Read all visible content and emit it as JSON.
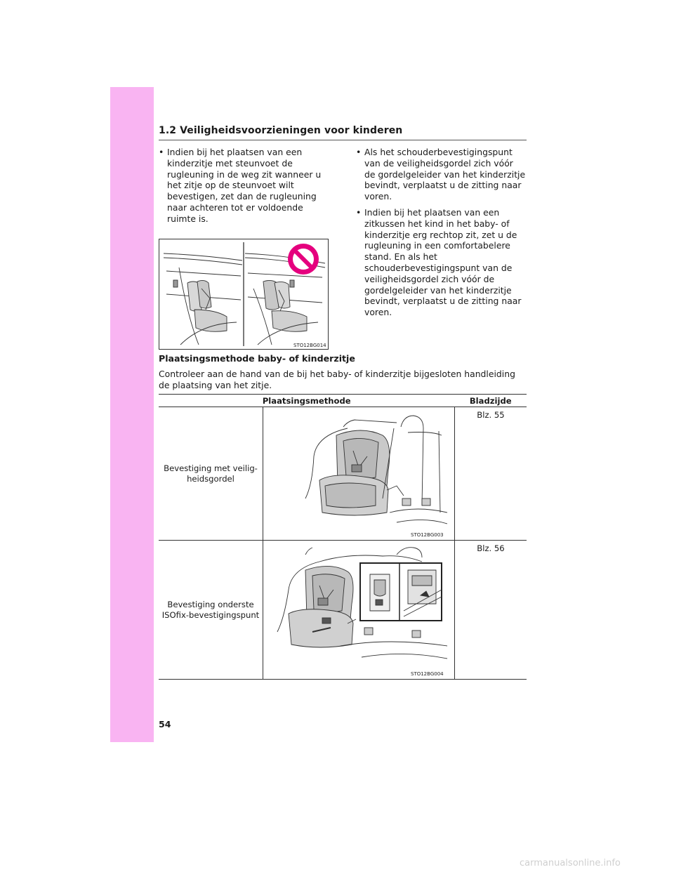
{
  "header": {
    "title": "1.2 Veiligheidsvoorzieningen voor kinderen"
  },
  "left_column": {
    "bullets": [
      "Indien bij het plaatsen van een kinderzitje met steunvoet de rugleuning in de weg zit wanneer u het zitje op de steunvoet wilt bevestigen, zet dan de rugleuning naar achteren tot er voldoende ruimte is."
    ],
    "figure": {
      "code": "STO12BG014",
      "prohibited_icon": "prohibition-icon"
    }
  },
  "right_column": {
    "bullets": [
      "Als het schouderbevestigingspunt van de veiligheidsgordel zich vóór de gordelgeleider van het kinderzitje bevindt, verplaatst u de zitting naar voren.",
      "Indien bij het plaatsen van een zitkussen het kind in het baby- of kinderzitje erg rechtop zit, zet u de rugleuning in een comfortabelere stand. En als het schouderbevestigingspunt van de veiligheidsgordel zich vóór de gordelgeleider van het kinderzitje bevindt, verplaatst u de zitting naar voren."
    ]
  },
  "section": {
    "caption": "Plaatsingsmethode baby- of kinderzitje",
    "intro": "Controleer aan de hand van de bij het baby- of kinderzitje bijgesloten handleiding de plaatsing van het zitje."
  },
  "table": {
    "headers": [
      "Plaatsingsmethode",
      "Bladzijde"
    ],
    "rows": [
      {
        "method": "Bevestiging met veilig-heidsgordel",
        "page": "Blz. 55",
        "figure_code": "STO12BG003"
      },
      {
        "method": "Bevestiging onderste ISOfix-bevestigingspunt",
        "page": "Blz. 56",
        "figure_code": "STO12BG004"
      }
    ]
  },
  "page_number": "54",
  "watermark": "carmanualsonline.info",
  "colors": {
    "side_tab": "#f9b4f2",
    "prohibition": "#e5007e"
  }
}
